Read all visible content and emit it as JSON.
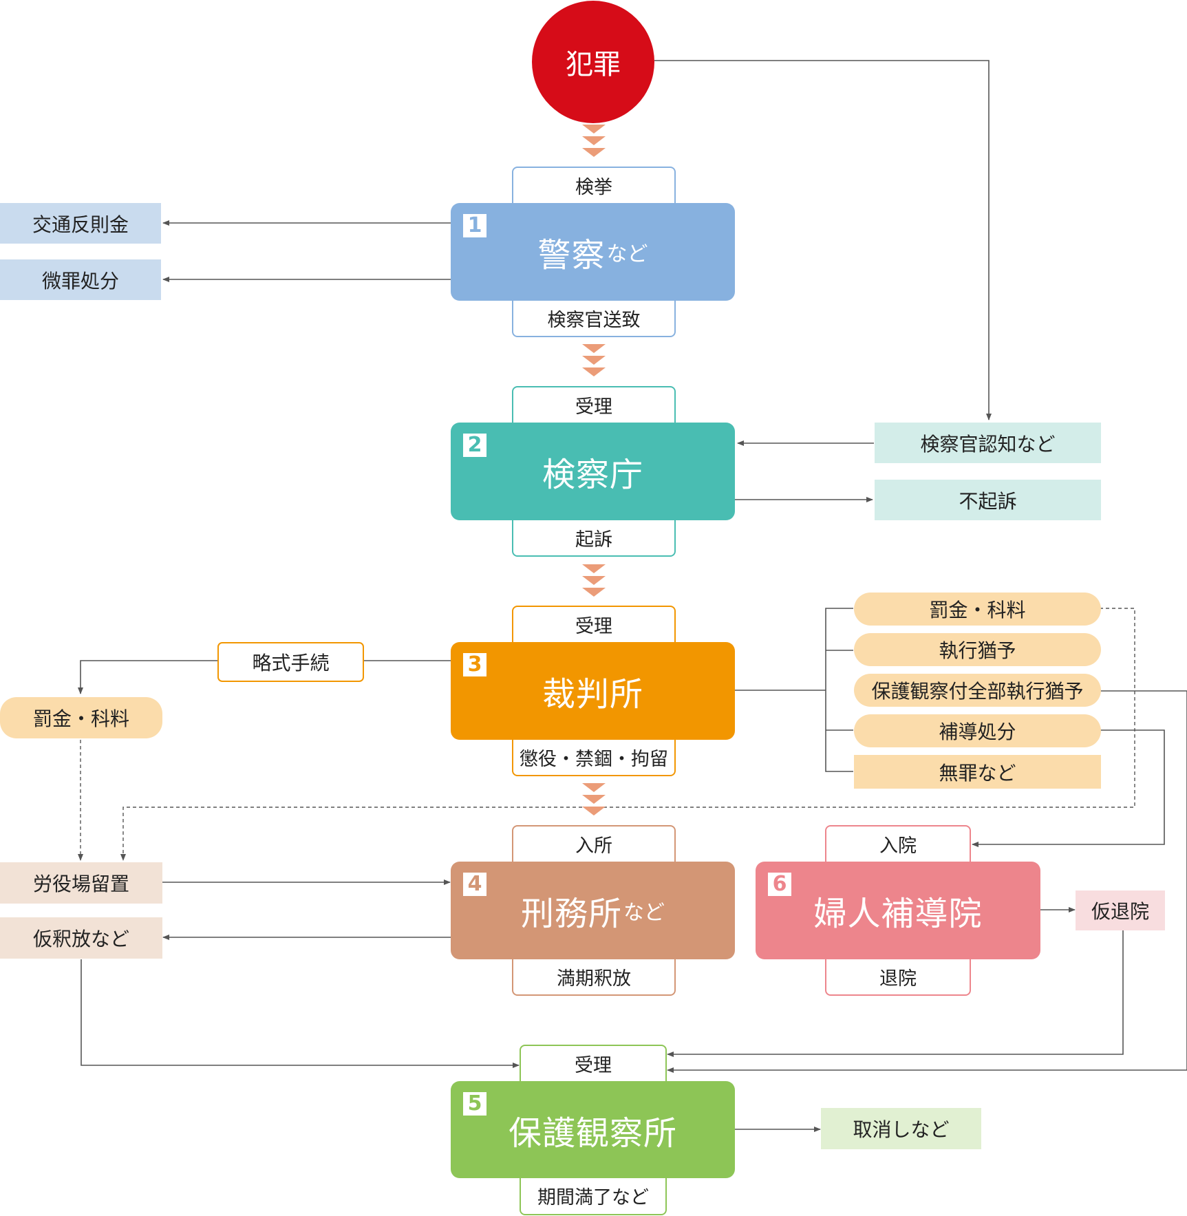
{
  "start": {
    "label": "犯罪"
  },
  "police": {
    "number": "1",
    "name": "警察",
    "suffix": "など",
    "top_tab": "検挙",
    "bottom_tab": "検察官送致",
    "outcomes": [
      "交通反則金",
      "微罪処分"
    ]
  },
  "prosecution": {
    "number": "2",
    "name": "検察庁",
    "top_tab": "受理",
    "bottom_tab": "起訴",
    "inputs": [
      "検察官認知など"
    ],
    "outcomes": [
      "不起訴"
    ]
  },
  "court": {
    "number": "3",
    "name": "裁判所",
    "top_tab": "受理",
    "bottom_tab": "懲役・禁錮・拘留",
    "summary_procedure": "略式手続",
    "summary_result": "罰金・科料",
    "outcomes": [
      "罰金・科料",
      "執行猶予",
      "保護観察付全部執行猶予",
      "補導処分",
      "無罪など"
    ]
  },
  "prison": {
    "number": "4",
    "name": "刑務所",
    "suffix": "など",
    "top_tab": "入所",
    "bottom_tab": "満期釈放",
    "inputs": [
      "労役場留置"
    ],
    "outcomes": [
      "仮釈放など"
    ]
  },
  "probation": {
    "number": "5",
    "name": "保護観察所",
    "top_tab": "受理",
    "bottom_tab": "期間満了など",
    "outcomes": [
      "取消しなど"
    ]
  },
  "womens_guidance": {
    "number": "6",
    "name": "婦人補導院",
    "top_tab": "入院",
    "bottom_tab": "退院",
    "outcomes": [
      "仮退院"
    ]
  },
  "colors": {
    "crime": "#d60c18",
    "police": "#87b1df",
    "police_light": "#c9dbee",
    "prosecution": "#49bdb2",
    "prosecution_light": "#d3ede9",
    "court": "#f29600",
    "court_light": "#fbdcab",
    "prison": "#d39675",
    "prison_light": "#f2e2d6",
    "probation": "#8dc556",
    "probation_light": "#e1f0d2",
    "womens": "#ed858c",
    "womens_light": "#f8dddf",
    "flow_arrow": "#eb9c78",
    "line": "#555555"
  }
}
